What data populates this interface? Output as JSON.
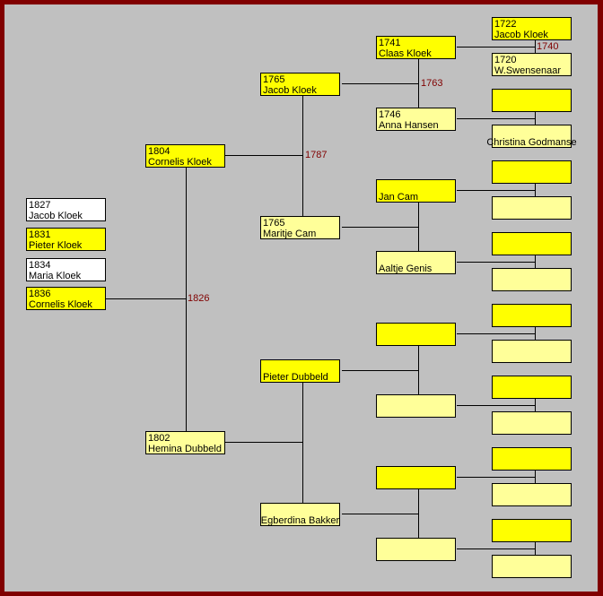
{
  "colors": {
    "male": "#ffff00",
    "female": "#ffff99",
    "white": "#ffffff",
    "marriage_year": "#800000",
    "border": "#800000",
    "background": "#c0c0c0"
  },
  "children": [
    {
      "year": "1827",
      "name": "Jacob Kloek",
      "fill": "white"
    },
    {
      "year": "1831",
      "name": "Pieter Kloek",
      "fill": "male"
    },
    {
      "year": "1834",
      "name": "Maria Kloek",
      "fill": "white"
    },
    {
      "year": "1836",
      "name": "Cornelis Kloek",
      "fill": "male"
    }
  ],
  "marriage_parents": "1826",
  "gen1": [
    {
      "year": "1804",
      "name": "Cornelis Kloek"
    },
    {
      "year": "1802",
      "name": "Hemina Dubbeld"
    }
  ],
  "gen1_marriages": [
    "1787",
    ""
  ],
  "gen2": [
    {
      "year": "1765",
      "name": "Jacob Kloek"
    },
    {
      "year": "1765",
      "name": "Maritje Cam"
    },
    {
      "year": "",
      "name": "Pieter Dubbeld"
    },
    {
      "year": "",
      "name": "Egberdina Bakker"
    }
  ],
  "gen2_marriages": [
    "1763",
    "",
    "",
    ""
  ],
  "gen3": [
    {
      "year": "1741",
      "name": "Claas Kloek"
    },
    {
      "year": "1746",
      "name": "Anna Hansen"
    },
    {
      "year": "",
      "name": "Jan Cam"
    },
    {
      "year": "",
      "name": "Aaltje Genis"
    },
    {
      "year": "",
      "name": ""
    },
    {
      "year": "",
      "name": ""
    },
    {
      "year": "",
      "name": ""
    },
    {
      "year": "",
      "name": ""
    }
  ],
  "gen3_marriages": [
    "1740",
    "",
    "",
    "",
    "",
    "",
    "",
    ""
  ],
  "gen4": [
    {
      "year": "1722",
      "name": "Jacob Kloek"
    },
    {
      "year": "1720",
      "name": "W.Swensenaar"
    },
    {
      "year": "",
      "name": ""
    },
    {
      "year": "",
      "name": "Christina Godmanse"
    },
    {
      "year": "",
      "name": ""
    },
    {
      "year": "",
      "name": ""
    },
    {
      "year": "",
      "name": ""
    },
    {
      "year": "",
      "name": ""
    },
    {
      "year": "",
      "name": ""
    },
    {
      "year": "",
      "name": ""
    },
    {
      "year": "",
      "name": ""
    },
    {
      "year": "",
      "name": ""
    },
    {
      "year": "",
      "name": ""
    },
    {
      "year": "",
      "name": ""
    },
    {
      "year": "",
      "name": ""
    },
    {
      "year": "",
      "name": ""
    }
  ]
}
